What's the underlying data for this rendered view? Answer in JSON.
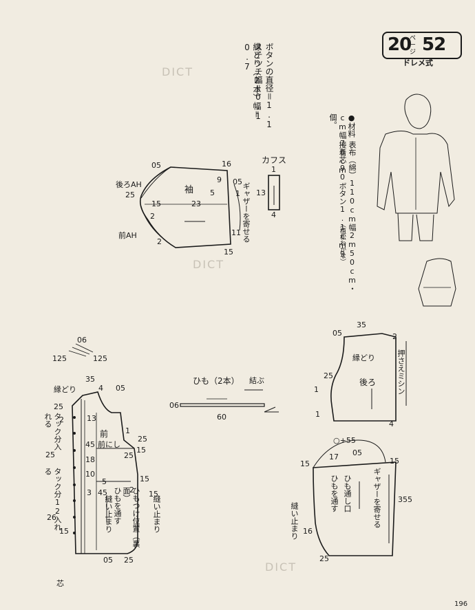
{
  "badge": {
    "number": "20",
    "unit_vertical": "ページ",
    "page_ref": "52",
    "subtitle": "ドレメ式"
  },
  "sewing_notes": {
    "line1": "ボタンの直径＝1.1",
    "line2": "ステッチ幅＝0.1",
    "line3": "縁どり（2本）幅＝0.7"
  },
  "materials": {
    "header": "●材料",
    "line1": "表布（綿）110cm幅2m50cm・接着芯90",
    "line2": "cm幅70cm　ボタン1.1cm9個。",
    "line3": "（植松わかな）"
  },
  "sleeve": {
    "title": "袖",
    "back_ah": "後ろAH",
    "front_ah": "前AH",
    "gather": "ギャザーを寄せる",
    "measures": {
      "top_left": "05",
      "top_right": "16",
      "n9": "9",
      "n05b": "05",
      "n25": "25",
      "n15a": "15",
      "n23": "23",
      "n2a": "2",
      "n2b": "2",
      "n5": "5",
      "n1": "1",
      "n11": "11",
      "n15b": "15"
    }
  },
  "cuff": {
    "title": "カフス",
    "n1": "1",
    "n13": "13",
    "n4": "4"
  },
  "tie": {
    "title": "ひも（2本）",
    "knot": "結ぶ",
    "n06": "06",
    "n60": "60"
  },
  "front_bodice": {
    "title": "前",
    "facing": "前にし",
    "binding": "縁どり",
    "tuck_allow1": "タック分入れる",
    "tuck_allow2": "タック分12入れる",
    "facing_label": "芯",
    "tie_through": "ひもを通す",
    "tie_position": "ひもつけ位置（裏面）",
    "sew_stop": "縫い止まり",
    "sew_stop2": "縫い止まり",
    "small_detail": {
      "n06": "06",
      "n125a": "125",
      "n125b": "125"
    },
    "measures": {
      "n35": "35",
      "n4": "4",
      "n05": "05",
      "n25a": "25",
      "n2": "2",
      "n13": "13",
      "n1": "1",
      "n25b": "25",
      "n45": "45",
      "n25c": "25",
      "n15": "15",
      "n25d": "25",
      "n18": "18",
      "n10": "10",
      "n15b": "15",
      "n3": "3",
      "n45b": "45",
      "n5": "5",
      "n2b": "2",
      "n26": "26",
      "n15c": "15",
      "n05b": "05",
      "n25e": "25",
      "n15d": "15"
    }
  },
  "back_bodice": {
    "title": "後ろ",
    "binding": "縁どり",
    "press_stitch": "押さえミシン",
    "measures": {
      "n35": "35",
      "n05": "05",
      "n2": "2",
      "n25": "25",
      "n1a": "1",
      "n1b": "1",
      "n4": "4"
    }
  },
  "back_lower": {
    "title": "ひもを通す",
    "tie_opening": "ひも通し口",
    "gather": "ギャザーを寄せる",
    "sew_stop": "縫い止まり",
    "measures": {
      "top": "○+55",
      "n17": "17",
      "n05": "05",
      "n15a": "15",
      "n15b": "15",
      "n355": "355",
      "n16": "16",
      "n25": "25"
    }
  },
  "page_number": "196",
  "watermark": "DICT"
}
